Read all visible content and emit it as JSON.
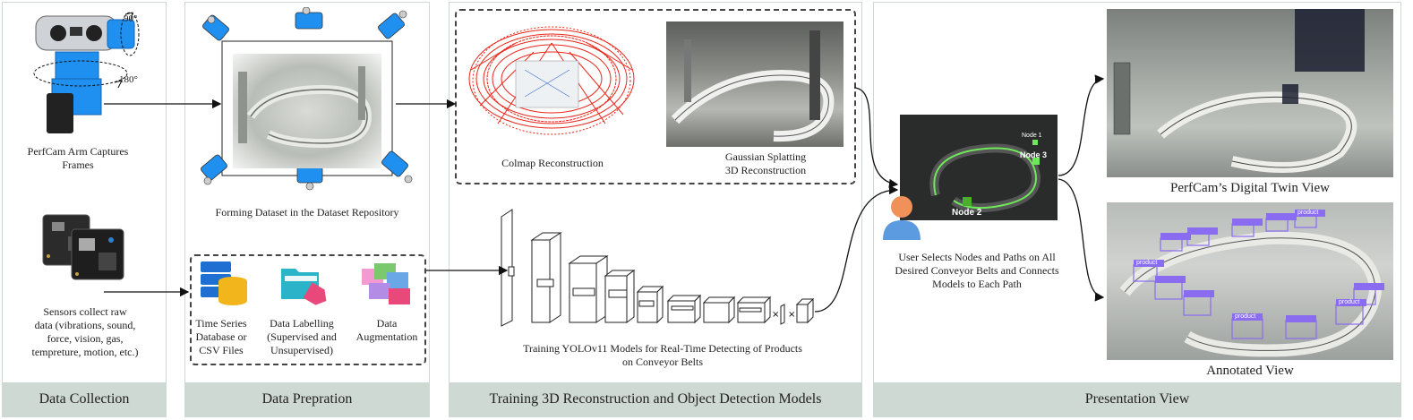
{
  "panels": {
    "collection": "Data Collection",
    "preparation": "Data Prepration",
    "training": "Training 3D Reconstruction and Object Detection Models",
    "presentation": "Presentation View"
  },
  "collection": {
    "arm_angle_top": "90°",
    "arm_angle_bottom": "180°",
    "arm_caption_l1": "PerfCam Arm Captures",
    "arm_caption_l2": "Frames",
    "sensor_caption_l1": "Sensors collect raw",
    "sensor_caption_l2": "data (vibrations, sound,",
    "sensor_caption_l3": "force, vision, gas,",
    "sensor_caption_l4": "tempreture, motion, etc.)"
  },
  "preparation": {
    "dataset_caption": "Forming Dataset in the Dataset Repository",
    "timeseries_l1": "Time Series",
    "timeseries_l2": "Database or",
    "timeseries_l3": "CSV Files",
    "labelling_l1": "Data Labelling",
    "labelling_l2": "(Supervised and",
    "labelling_l3": "Unsupervised)",
    "augmentation_l1": "Data",
    "augmentation_l2": "Augmentation"
  },
  "training": {
    "colmap": "Colmap Reconstruction",
    "gaussian_l1": "Gaussian Splatting",
    "gaussian_l2": "3D Reconstruction",
    "yolo_l1": "Training YOLOv11 Models  for Real-Time Detecting of Products",
    "yolo_l2": "on Conveyor Belts"
  },
  "presentation": {
    "node1": "Node 1",
    "node2": "Node 2",
    "node3": "Node 3",
    "user_l1": "User Selects Nodes and Paths on All",
    "user_l2": "Desired Conveyor Belts and Connects",
    "user_l3": "Models to Each Path",
    "twin_caption": "PerfCam’s Digital Twin View",
    "annotated_caption": "Annotated View",
    "product_label": "product"
  },
  "colors": {
    "panel_border": "#cfd9d4",
    "footer_bg": "#cfd9d4",
    "colmap_red": "#e8261a",
    "node_green": "#4caf2a",
    "annotation_purple": "#8a6cf0",
    "sensor_blue": "#2f7fd1",
    "camera_blue": "#1f8ff0"
  }
}
